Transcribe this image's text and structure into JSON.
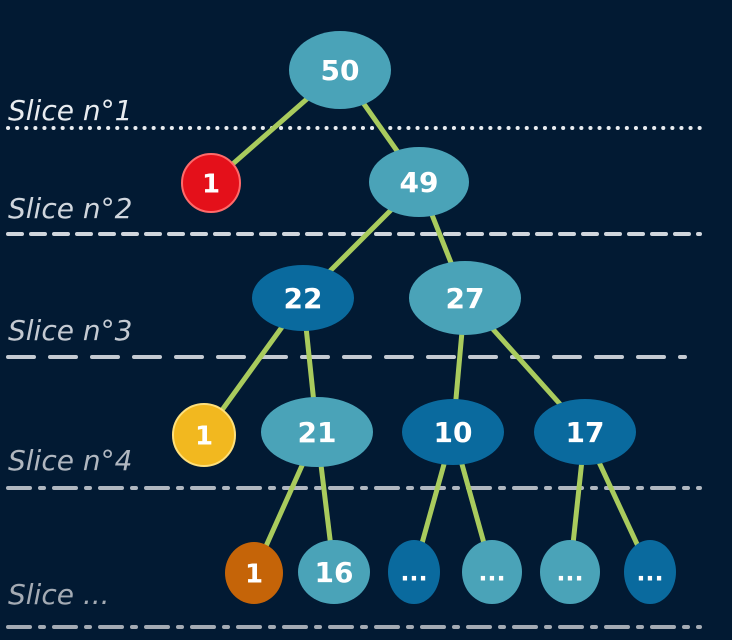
{
  "colors": {
    "background": "#021a33",
    "edge": "#a9cb5d",
    "node_light": "#4aa3b8",
    "node_dark": "#0a6a9e",
    "node_red": "#e4101a",
    "node_yellow": "#f2b81f",
    "node_orange": "#c56408",
    "label": "#ffffff",
    "slice_line": "#d9dee4"
  },
  "slices": [
    {
      "label": "Slice n°1",
      "line_style": "dotted"
    },
    {
      "label": "Slice n°2",
      "line_style": "dashed-short"
    },
    {
      "label": "Slice n°3",
      "line_style": "dashed-long"
    },
    {
      "label": "Slice n°4",
      "line_style": "dash-dot"
    },
    {
      "label": "Slice ...",
      "line_style": "dash-dot"
    }
  ],
  "nodes": [
    {
      "id": "n50",
      "label": "50",
      "color": "light"
    },
    {
      "id": "n1a",
      "label": "1",
      "color": "red"
    },
    {
      "id": "n49",
      "label": "49",
      "color": "light"
    },
    {
      "id": "n22",
      "label": "22",
      "color": "dark"
    },
    {
      "id": "n27",
      "label": "27",
      "color": "light"
    },
    {
      "id": "n1b",
      "label": "1",
      "color": "yellow"
    },
    {
      "id": "n21",
      "label": "21",
      "color": "light"
    },
    {
      "id": "n10",
      "label": "10",
      "color": "dark"
    },
    {
      "id": "n17",
      "label": "17",
      "color": "dark"
    },
    {
      "id": "n1c",
      "label": "1",
      "color": "orange"
    },
    {
      "id": "n16",
      "label": "16",
      "color": "light"
    },
    {
      "id": "e1",
      "label": "...",
      "color": "dark"
    },
    {
      "id": "e2",
      "label": "...",
      "color": "light"
    },
    {
      "id": "e3",
      "label": "...",
      "color": "light"
    },
    {
      "id": "e4",
      "label": "...",
      "color": "dark"
    }
  ],
  "edges": [
    [
      "n50",
      "n1a"
    ],
    [
      "n50",
      "n49"
    ],
    [
      "n49",
      "n22"
    ],
    [
      "n49",
      "n27"
    ],
    [
      "n22",
      "n1b"
    ],
    [
      "n22",
      "n21"
    ],
    [
      "n27",
      "n10"
    ],
    [
      "n27",
      "n17"
    ],
    [
      "n21",
      "n1c"
    ],
    [
      "n21",
      "n16"
    ],
    [
      "n10",
      "e1"
    ],
    [
      "n10",
      "e2"
    ],
    [
      "n17",
      "e3"
    ],
    [
      "n17",
      "e4"
    ]
  ]
}
